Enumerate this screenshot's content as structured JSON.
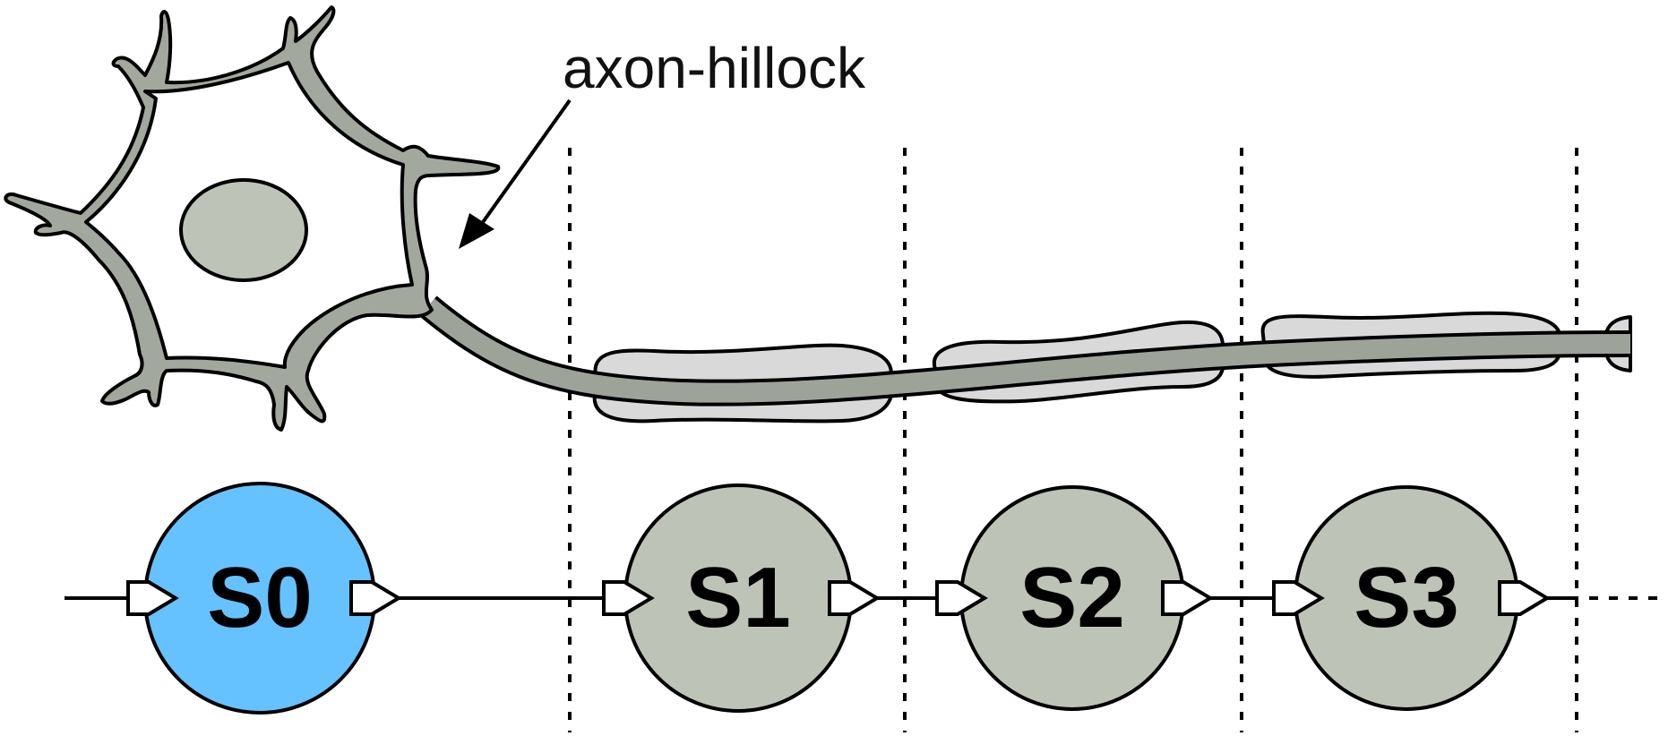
{
  "callout": {
    "label": "axon-hillock"
  },
  "states": [
    {
      "id": "s0",
      "label": "S0",
      "active": true
    },
    {
      "id": "s1",
      "label": "S1",
      "active": false
    },
    {
      "id": "s2",
      "label": "S2",
      "active": false
    },
    {
      "id": "s3",
      "label": "S3",
      "active": false
    }
  ],
  "colors": {
    "active_state": "#66C2FF",
    "inactive_state": "#BEC3B7",
    "cell_body": "#A3A89E",
    "nucleus": "#BEC3B7",
    "myelin": "#D9D9D9",
    "axon": "#9EA39A"
  },
  "icons": [
    "neuron-icon",
    "myelin-sheath-icon",
    "arrow-icon"
  ]
}
